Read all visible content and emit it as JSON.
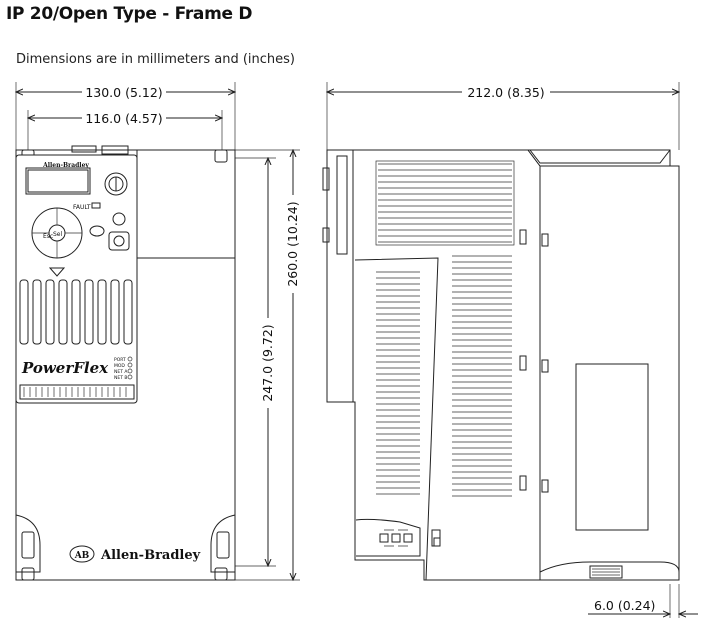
{
  "title": "IP 20/Open Type - Frame D",
  "subtitle": "Dimensions are in millimeters and (inches)",
  "dimensions": {
    "overall_width": "130.0 (5.12)",
    "mount_width": "116.0 (4.57)",
    "overall_height": "260.0 (10.24)",
    "mount_height": "247.0 (9.72)",
    "depth": "212.0 (8.35)",
    "offset": "6.0 (0.24)"
  },
  "branding": {
    "maker": "Allen-Bradley",
    "maker_small": "Allen-Bradley",
    "product": "PowerFlex",
    "fault_label": "FAULT",
    "esc_label": "Esc",
    "sel_label": "Sel",
    "status_labels": [
      "PORT",
      "MOD",
      "NET A",
      "NET B"
    ],
    "ab_mark": "AB"
  }
}
